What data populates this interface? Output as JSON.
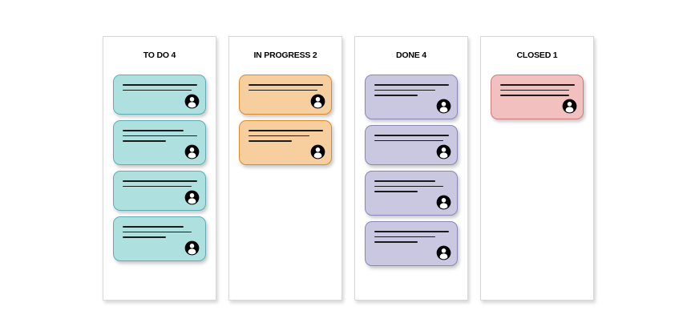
{
  "board": {
    "columns": [
      {
        "id": "todo",
        "title": "TO DO 4",
        "count": 4,
        "color": "#aee0e0",
        "card_class": "teal",
        "cards": [
          {
            "name": "card-todo-1",
            "lines": [
              "xl",
              "lg"
            ],
            "avatar": "user-avatar-icon"
          },
          {
            "name": "card-todo-2",
            "lines": [
              "md",
              "xl",
              "sm"
            ],
            "avatar": "user-avatar-icon"
          },
          {
            "name": "card-todo-3",
            "lines": [
              "xl",
              "lg"
            ],
            "avatar": "user-avatar-icon"
          },
          {
            "name": "card-todo-4",
            "lines": [
              "md",
              "lg",
              "sm"
            ],
            "avatar": "user-avatar-icon"
          }
        ]
      },
      {
        "id": "in-progress",
        "title": "IN PROGRESS 2",
        "count": 2,
        "color": "#f7cf9e",
        "card_class": "orange",
        "cards": [
          {
            "name": "card-inprogress-1",
            "lines": [
              "xl",
              "lg"
            ],
            "avatar": "user-avatar-icon"
          },
          {
            "name": "card-inprogress-2",
            "lines": [
              "xl",
              "md",
              "sm"
            ],
            "avatar": "user-avatar-icon"
          }
        ]
      },
      {
        "id": "done",
        "title": "DONE 4",
        "count": 4,
        "color": "#c9c8e0",
        "card_class": "purple",
        "cards": [
          {
            "name": "card-done-1",
            "lines": [
              "xl",
              "md",
              "sm"
            ],
            "avatar": "user-avatar-icon"
          },
          {
            "name": "card-done-2",
            "lines": [
              "xl",
              "lg"
            ],
            "avatar": "user-avatar-icon"
          },
          {
            "name": "card-done-3",
            "lines": [
              "md",
              "lg",
              "sm"
            ],
            "avatar": "user-avatar-icon"
          },
          {
            "name": "card-done-4",
            "lines": [
              "xl",
              "md",
              "sm"
            ],
            "avatar": "user-avatar-icon"
          }
        ]
      },
      {
        "id": "closed",
        "title": "CLOSED 1",
        "count": 1,
        "color": "#f3c0c0",
        "card_class": "pink",
        "cards": [
          {
            "name": "card-closed-1",
            "lines": [
              "xl",
              "lg",
              "lg"
            ],
            "avatar": "user-avatar-icon"
          }
        ]
      }
    ]
  },
  "colors": {
    "background": "#ffffff",
    "column_background": "#ffffff",
    "column_border": "#d8d8d8",
    "text": "#000000",
    "card_line": "#1a1a1a",
    "avatar": "#000000"
  }
}
